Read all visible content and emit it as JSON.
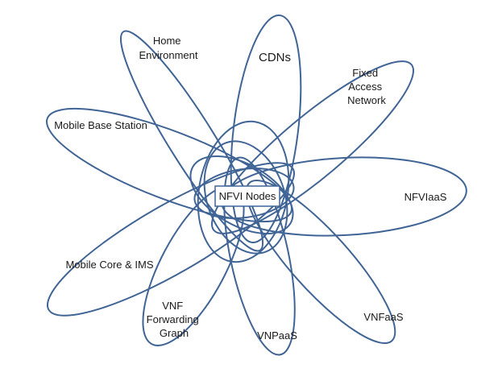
{
  "diagram": {
    "center": "NFVI Nodes",
    "petals": [
      {
        "id": "home",
        "lines": [
          "Home",
          "Environment"
        ]
      },
      {
        "id": "cdns",
        "lines": [
          "CDNs"
        ]
      },
      {
        "id": "fixed",
        "lines": [
          "Fixed",
          "Access",
          "Network"
        ]
      },
      {
        "id": "mbs",
        "lines": [
          "Mobile Base Station"
        ]
      },
      {
        "id": "nfviaas",
        "lines": [
          "NFVIaaS"
        ]
      },
      {
        "id": "core",
        "lines": [
          "Mobile Core & IMS"
        ]
      },
      {
        "id": "vnffg",
        "lines": [
          "VNF",
          "Forwarding",
          "Graph"
        ]
      },
      {
        "id": "vnpaas",
        "lines": [
          "VNPaaS"
        ]
      },
      {
        "id": "vnfaas",
        "lines": [
          "VNFaaS"
        ]
      }
    ]
  },
  "colors": {
    "stroke": "#3f6495",
    "text": "#1a1a1a"
  }
}
